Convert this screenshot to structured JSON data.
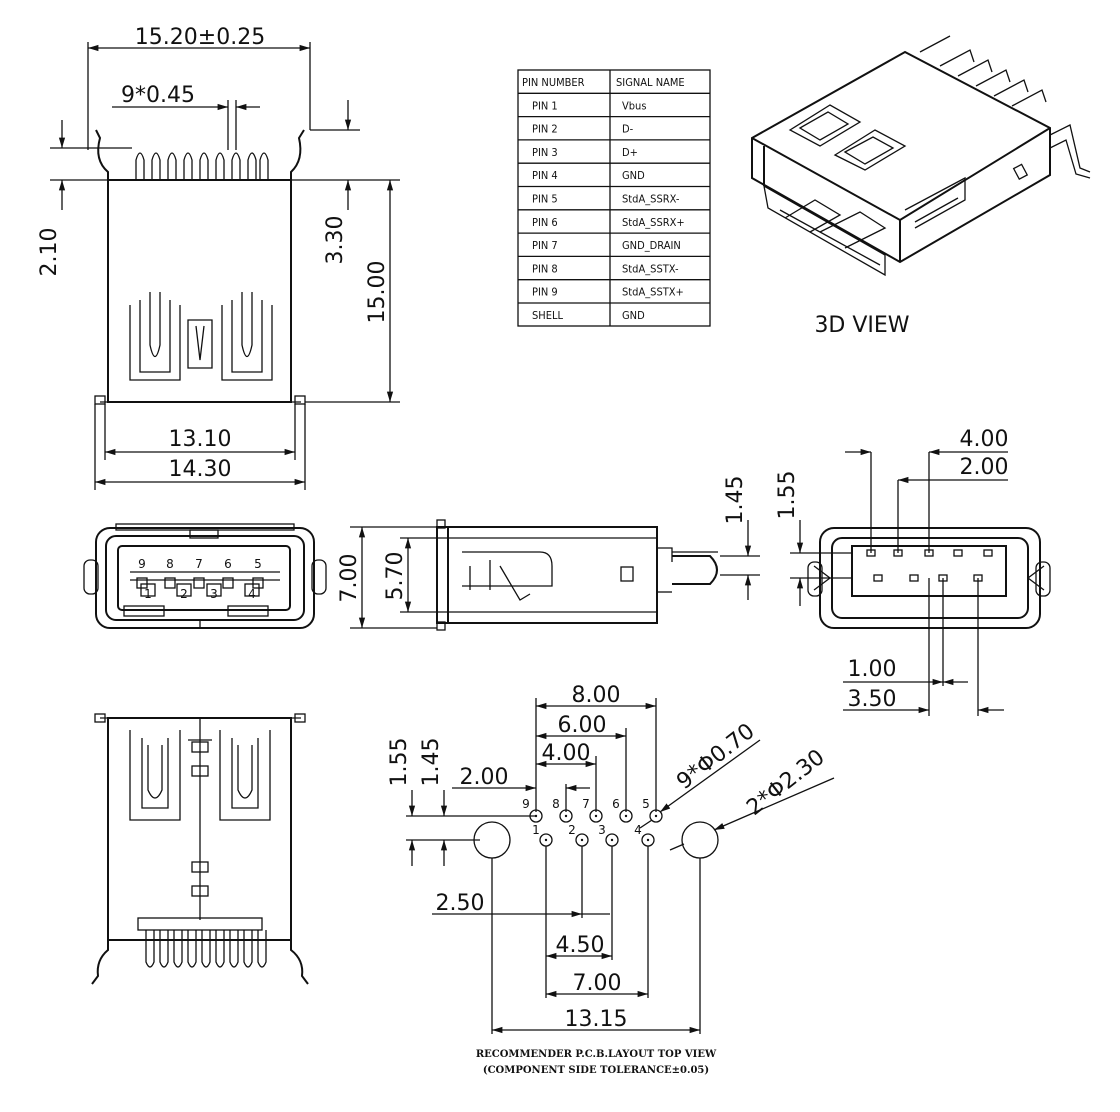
{
  "pin_table": {
    "header": [
      "PIN NUMBER",
      "SIGNAL NAME"
    ],
    "rows": [
      [
        "PIN 1",
        "Vbus"
      ],
      [
        "PIN 2",
        "D-"
      ],
      [
        "PIN 3",
        "D+"
      ],
      [
        "PIN 4",
        "GND"
      ],
      [
        "PIN 5",
        "StdA_SSRX-"
      ],
      [
        "PIN 6",
        "StdA_SSRX+"
      ],
      [
        "PIN 7",
        "GND_DRAIN"
      ],
      [
        "PIN 8",
        "StdA_SSTX-"
      ],
      [
        "PIN 9",
        "StdA_SSTX+"
      ],
      [
        "SHELL",
        "GND"
      ]
    ]
  },
  "view_3d_label": "3D VIEW",
  "top_view": {
    "width_overall": "15.20±0.25",
    "pin_width": "9*0.45",
    "dim_2_10": "2.10",
    "dim_3_30": "3.30",
    "dim_15_00": "15.00",
    "dim_13_10": "13.10",
    "dim_14_30": "14.30"
  },
  "front_view": {
    "pins_top": [
      "9",
      "8",
      "7",
      "6",
      "5"
    ],
    "pins_bottom": [
      "1",
      "2",
      "3",
      "4"
    ]
  },
  "side_view": {
    "dim_7_00": "7.00",
    "dim_5_70": "5.70",
    "dim_1_45": "1.45",
    "dim_1_55": "1.55"
  },
  "bottom_pin_view": {
    "dim_4_00": "4.00",
    "dim_2_00": "2.00",
    "dim_1_00": "1.00",
    "dim_3_50": "3.50"
  },
  "pcb_layout": {
    "dim_8_00": "8.00",
    "dim_6_00": "6.00",
    "dim_4_00": "4.00",
    "dim_2_00": "2.00",
    "dim_1_55": "1.55",
    "dim_1_45": "1.45",
    "hole_small": "9*Φ0.70",
    "hole_large": "2*Φ2.30",
    "dim_2_50": "2.50",
    "dim_4_50": "4.50",
    "dim_7_00": "7.00",
    "dim_13_15": "13.15",
    "pins_top": [
      "9",
      "8",
      "7",
      "6",
      "5"
    ],
    "pins_bottom": [
      "1",
      "2",
      "3",
      "4"
    ],
    "caption_line1": "RECOMMENDER P.C.B.LAYOUT TOP VIEW",
    "caption_line2": "(COMPONENT SIDE TOLERANCE±0.05)"
  }
}
